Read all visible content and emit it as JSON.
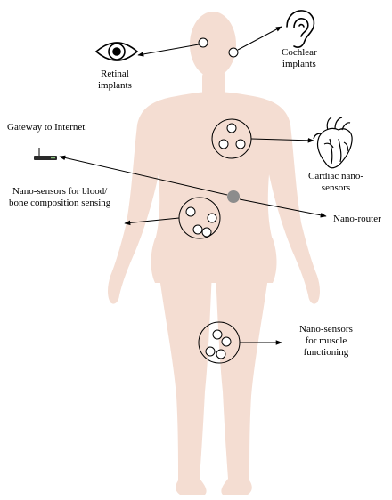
{
  "colors": {
    "body": "#f4ddd2",
    "ink": "#000000",
    "sensor_fill": "#ffffff",
    "router_fill": "#8c8c8c"
  },
  "labels": {
    "retinal": "Retinal\nimplants",
    "cochlear": "Cochlear\nimplants",
    "gateway": "Gateway to Internet",
    "cardiac": "Cardiac nano-\nsensors",
    "blood": "Nano-sensors for blood/\nbone composition sensing",
    "router": "Nano-router",
    "muscle": "Nano-sensors\nfor muscle\nfunctioning"
  },
  "icons": {
    "eye": "eye-icon",
    "ear": "ear-icon",
    "heart": "heart-icon",
    "gateway": "router-device-icon"
  }
}
